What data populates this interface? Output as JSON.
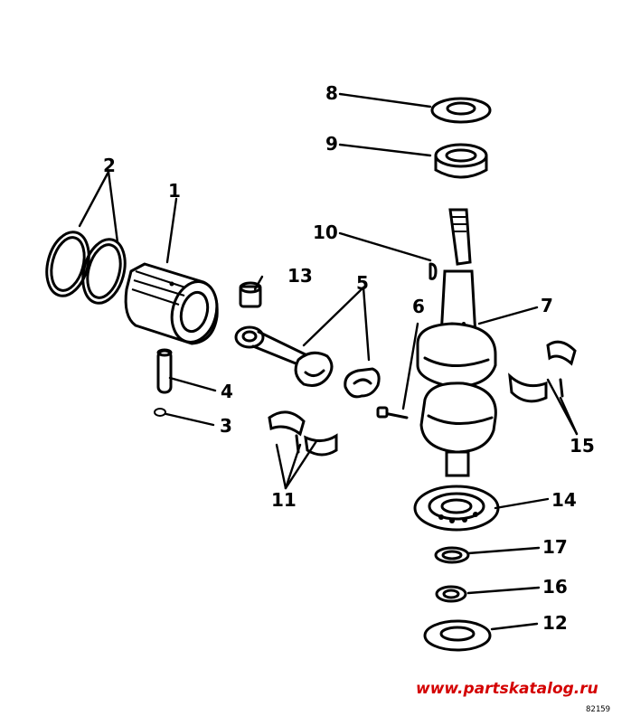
{
  "diagram": {
    "callouts": [
      {
        "id": "1",
        "text": "1"
      },
      {
        "id": "2",
        "text": "2"
      },
      {
        "id": "3",
        "text": "3"
      },
      {
        "id": "4",
        "text": "4"
      },
      {
        "id": "5",
        "text": "5"
      },
      {
        "id": "6",
        "text": "6"
      },
      {
        "id": "7",
        "text": "7"
      },
      {
        "id": "8",
        "text": "8"
      },
      {
        "id": "9",
        "text": "9"
      },
      {
        "id": "10",
        "text": "10"
      },
      {
        "id": "11",
        "text": "11"
      },
      {
        "id": "12",
        "text": "12"
      },
      {
        "id": "13",
        "text": "13"
      },
      {
        "id": "14",
        "text": "14"
      },
      {
        "id": "15",
        "text": "15"
      },
      {
        "id": "16",
        "text": "16"
      },
      {
        "id": "17",
        "text": "17"
      }
    ],
    "watermark": "www.partskatalog.ru",
    "figure_number": "82159",
    "colors": {
      "line": "#000000",
      "background": "#ffffff",
      "watermark": "#d40000"
    }
  }
}
